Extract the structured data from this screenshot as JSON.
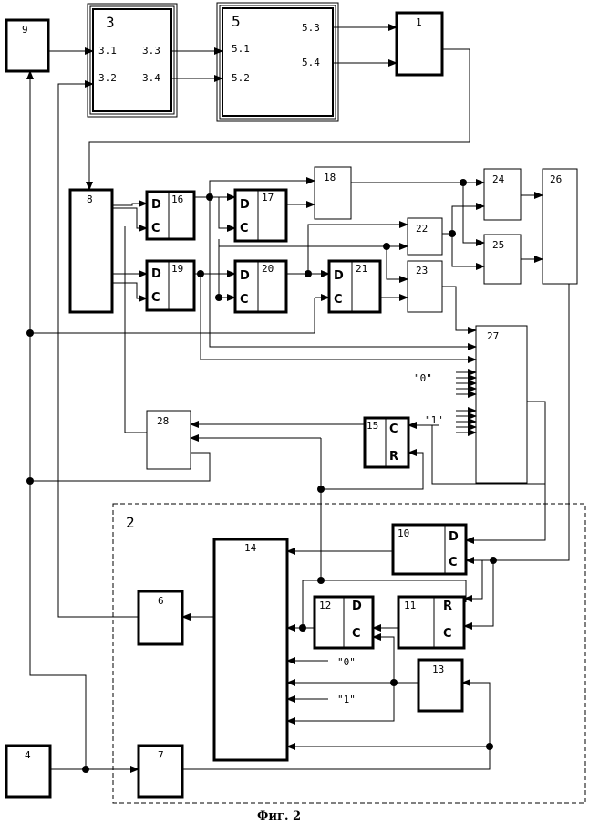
{
  "caption": "Фиг. 2",
  "region_2_label": "2",
  "blocks": {
    "b9": "9",
    "b3": "3",
    "b5": "5",
    "b1": "1",
    "b8": "8",
    "b16": "16",
    "b17": "17",
    "b18": "18",
    "b19": "19",
    "b20": "20",
    "b21": "21",
    "b22": "22",
    "b23": "23",
    "b24": "24",
    "b25": "25",
    "b26": "26",
    "b27": "27",
    "b28": "28",
    "b15": "15",
    "b10": "10",
    "b14": "14",
    "b6": "6",
    "b12": "12",
    "b11": "11",
    "b13": "13",
    "b4": "4",
    "b7": "7"
  },
  "ports": {
    "p3_1": "3.1",
    "p3_2": "3.2",
    "p3_3": "3.3",
    "p3_4": "3.4",
    "p5_1": "5.1",
    "p5_2": "5.2",
    "p5_3": "5.3",
    "p5_4": "5.4",
    "D": "D",
    "C": "C",
    "R": "R"
  },
  "constants": {
    "zero": "\"0\"",
    "one": "\"1\""
  }
}
